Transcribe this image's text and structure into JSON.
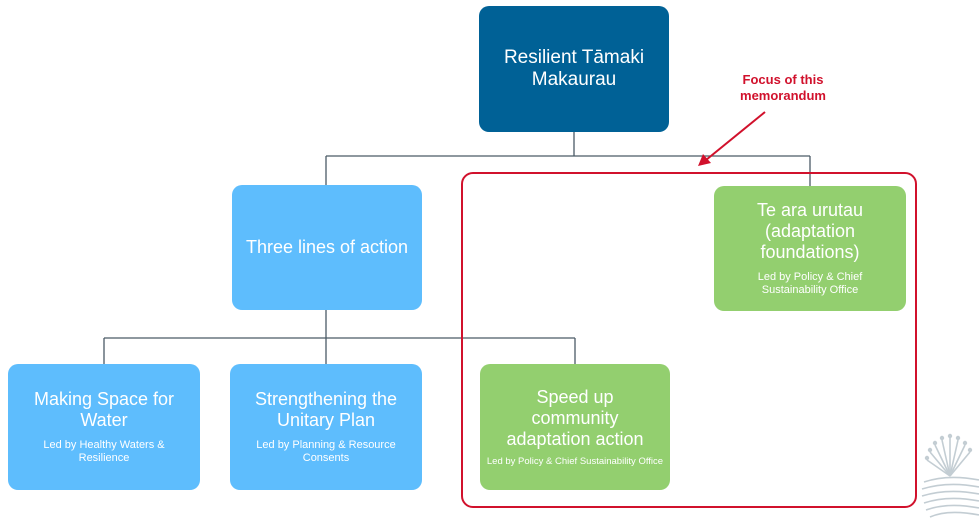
{
  "diagram": {
    "root": {
      "title": "Resilient Tāmaki Makaurau"
    },
    "lines_of_action": {
      "title": "Three lines of action"
    },
    "making_space": {
      "title": "Making Space for Water",
      "subtitle": "Led by Healthy Waters & Resilience"
    },
    "unitary_plan": {
      "title": "Strengthening the Unitary Plan",
      "subtitle": "Led by Planning & Resource Consents"
    },
    "speed_up": {
      "title": "Speed up community adaptation action",
      "subtitle": "Led by Policy & Chief Sustainability Office"
    },
    "te_ara_urutau": {
      "title": "Te ara urutau (adaptation foundations)",
      "subtitle": "Led by Policy & Chief Sustainability Office"
    },
    "focus": {
      "label": "Focus of this memorandum"
    }
  },
  "colors": {
    "dark_blue": "#006196",
    "light_blue": "#5ebdfd",
    "green": "#93cf6f",
    "connector": "#4a5a66",
    "focus_red": "#d1112c"
  },
  "logo": {
    "icon": "council-logo-icon"
  }
}
